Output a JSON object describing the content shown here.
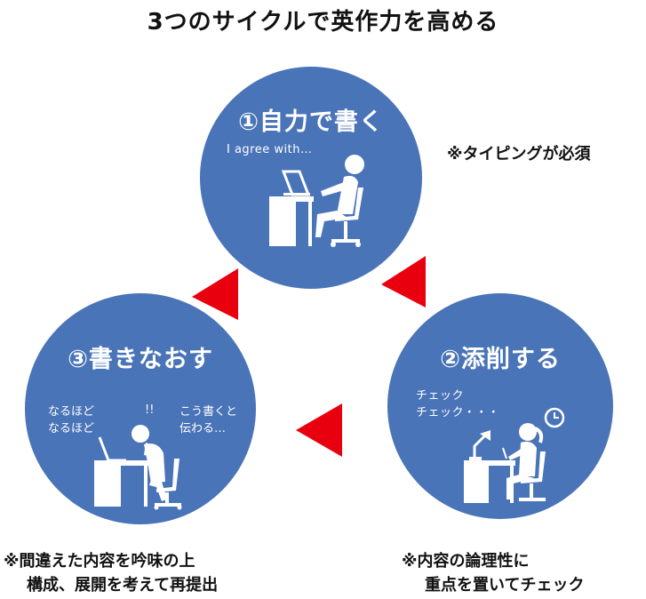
{
  "title": "3つのサイクルで英作力を高める",
  "colors": {
    "circle": "#4a74b8",
    "arrow": "#e8000f",
    "text_dark": "#111111",
    "icon_white": "#ffffff"
  },
  "steps": [
    {
      "label": "①自力で書く",
      "speech": "I agree with…",
      "note_lines": [
        "※タイピングが必須"
      ]
    },
    {
      "label": "②添削する",
      "speech": "チェック\nチェック・・・",
      "note_lines": [
        "※内容の論理性に",
        "重点を置いてチェック"
      ]
    },
    {
      "label": "③書きなおす",
      "speech_left": "なるほど\nなるほど",
      "exclaim": "!!",
      "speech_right": "こう書くと\n伝わる…",
      "note_lines": [
        "※間違えた内容を吟味の上",
        "構成、展開を考えて再提出"
      ]
    }
  ],
  "icons": {
    "writer": "person-at-laptop-icon",
    "checker": "person-checking-icon",
    "rewriter": "person-thinking-icon",
    "clock": "clock-icon",
    "arrow": "triangle-arrow-icon"
  }
}
